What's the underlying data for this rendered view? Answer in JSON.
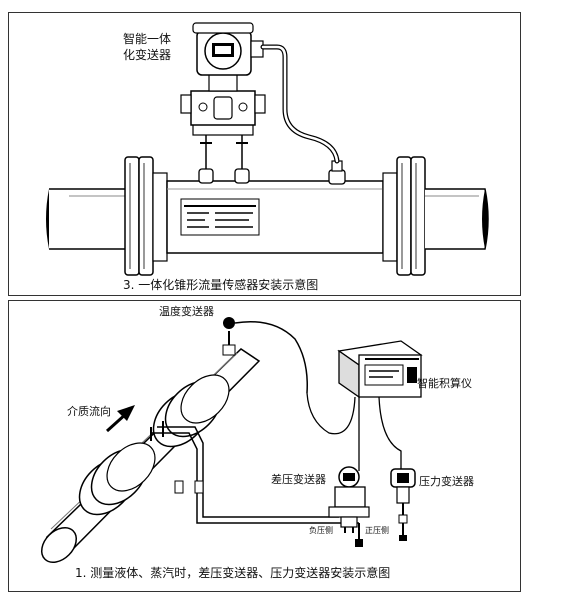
{
  "top_diagram": {
    "transmitter_label_line1": "智能一体",
    "transmitter_label_line2": "化变送器",
    "caption": "3. 一体化锥形流量传感器安装示意图"
  },
  "bottom_diagram": {
    "temp_transmitter": "温度变送器",
    "flow_direction": "介质流向",
    "flow_computer": "智能积算仪",
    "dp_transmitter": "差压变送器",
    "pressure_transmitter": "压力变送器",
    "low_pressure_side": "负压侧",
    "high_pressure_side": "正压侧",
    "caption": "1. 测量液体、蒸汽时，差压变送器、压力变送器安装示意图"
  }
}
